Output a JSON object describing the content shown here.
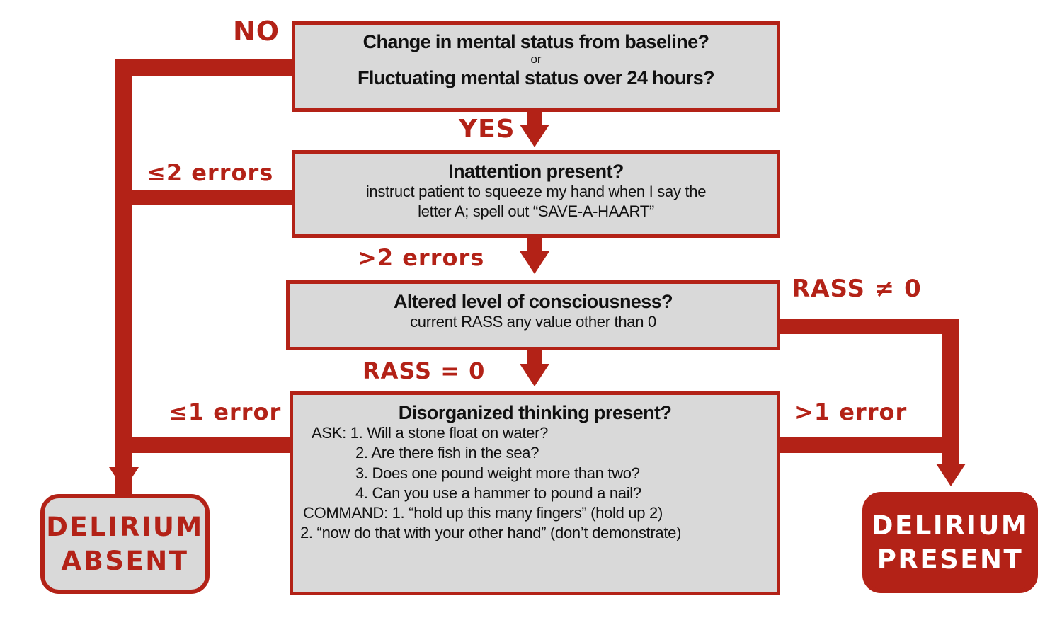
{
  "diagram": {
    "title": "Delirium assessment flowchart",
    "colors": {
      "accent_red": "#b32217",
      "box_fill_gray": "#d9d9d9",
      "text_black": "#111111",
      "text_white": "#ffffff"
    }
  },
  "nodes": {
    "mental_status": {
      "line1": "Change in mental status from baseline?",
      "connector": "or",
      "line2": "Fluctuating mental status over 24 hours?"
    },
    "inattention": {
      "title": "Inattention present?",
      "sub_line1": "instruct patient to squeeze my hand when I say the",
      "sub_line2": "letter A; spell out “SAVE-A-HAART”"
    },
    "consciousness": {
      "title": "Altered level of consciousness?",
      "sub_line1": "current RASS any value other than 0"
    },
    "disorganized": {
      "title": "Disorganized thinking present?",
      "items": [
        "ASK: 1. Will a stone float on water?",
        "2. Are there fish in the sea?",
        "3. Does one pound weight more than two?",
        "4. Can you use a hammer to pound a nail?",
        "COMMAND: 1. “hold up this many fingers” (hold up 2)",
        "2. “now do that with your other hand” (don’t demonstrate)"
      ]
    },
    "delirium_absent": {
      "line1": "DELIRIUM",
      "line2": "ABSENT"
    },
    "delirium_present": {
      "line1": "DELIRIUM",
      "line2": "PRESENT"
    }
  },
  "edge_labels": {
    "no": "NO",
    "yes": "YES",
    "le2_errors": "≤2 errors",
    "gt2_errors": ">2 errors",
    "rass_eq_0": "RASS = 0",
    "rass_ne_0": "RASS ≠ 0",
    "le1_error": "≤1 error",
    "gt1_error": ">1 error"
  }
}
